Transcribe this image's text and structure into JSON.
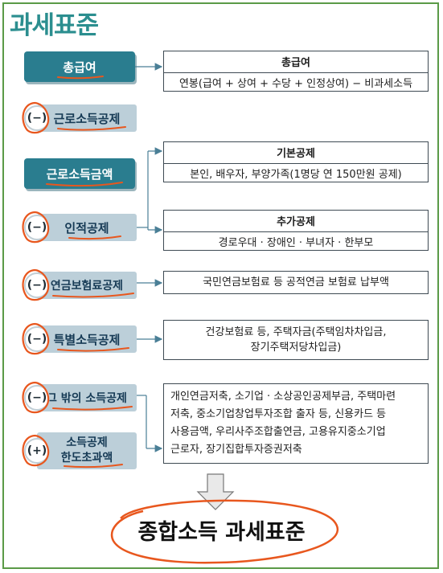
{
  "title": "과세표준",
  "left": {
    "total_salary": "총급여",
    "earned_deduction": "근로소득공제",
    "earned_income": "근로소득금액",
    "personal_deduction": "인적공제",
    "pension_deduction": "연금보험료공제",
    "special_deduction": "특별소득공제",
    "other_deduction": "그 밖의 소득공제",
    "excess_line1": "소득공제",
    "excess_line2": "한도초과액"
  },
  "badges": {
    "minus": "(−)",
    "plus": "(+)"
  },
  "right": {
    "total_salary": {
      "head": "총급여",
      "body": "연봉(급여 + 상여 + 수당 + 인정상여) − 비과세소득"
    },
    "basic": {
      "head": "기본공제",
      "body": "본인, 배우자, 부양가족(1명당 연 150만원 공제)"
    },
    "additional": {
      "head": "추가공제",
      "body": "경로우대 · 장애인 · 부녀자 · 한부모"
    },
    "pension": "국민연금보험료 등 공적연금 보험료 납부액",
    "special_line1": "건강보험료 등, 주택자금(주택임차차입금,",
    "special_line2": "장기주택저당차입금)",
    "other_line1": "개인연금저축, 소기업 · 소상공인공제부금, 주택마련",
    "other_line2": "저축, 중소기업창업투자조합 출자 등, 신용카드 등",
    "other_line3": "사용금액, 우리사주조합출연금, 고용유지중소기업",
    "other_line4": "근로자, 장기집합투자증권저축"
  },
  "result": "종합소득 과세표준",
  "colors": {
    "teal": "#2a7d8f",
    "title": "#2b8e8f",
    "orange": "#e8571e",
    "border": "#5a9a47"
  }
}
